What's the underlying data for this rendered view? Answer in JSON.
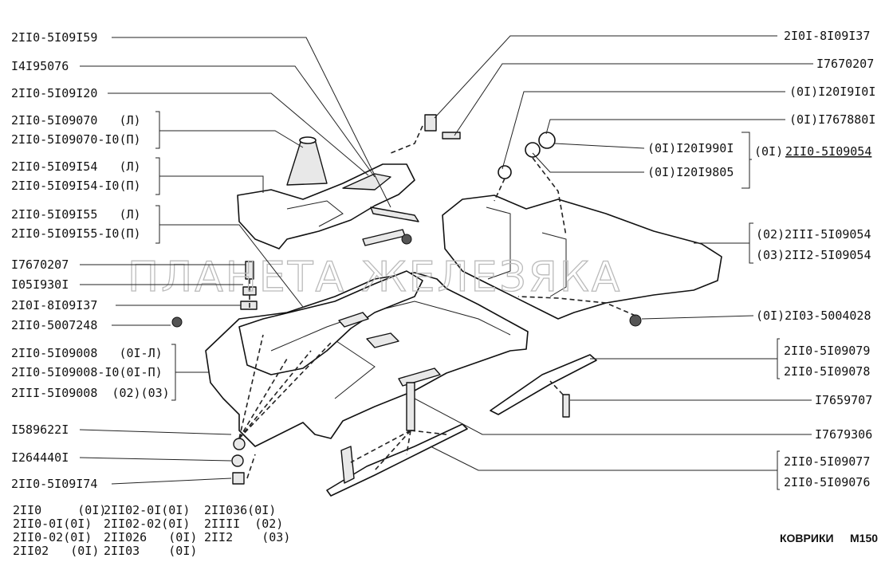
{
  "labels_left": [
    "2II0-5I09I59",
    "I4I95076",
    "2II0-5I09I20",
    "2II0-5I09070   (Л)",
    "2II0-5I09070-I0(П)",
    "2II0-5I09I54   (Л)",
    "2II0-5I09I54-I0(П)",
    "2II0-5I09I55   (Л)",
    "2II0-5I09I55-I0(П)",
    "I7670207",
    "I05I930I",
    "2I0I-8I09I37",
    "2II0-5007248",
    "2II0-5I09008   (0I-Л)",
    "2II0-5I09008-I0(0I-П)",
    "2III-5I09008  (02)(03)",
    "I589622I",
    "I264440I",
    "2II0-5I09I74"
  ],
  "labels_right": [
    "2I0I-8I09I37",
    "I7670207",
    "(0I)I20I9I0I",
    "(0I)I767880I",
    "(0I)I20I990I",
    "(0I)",
    "2II0-5I09054",
    "(0I)I20I9805",
    "(02)2III-5I09054",
    "(03)2II2-5I09054",
    "(0I)2I03-5004028",
    "2II0-5I09079",
    "2II0-5I09078",
    "I7659707",
    "I7679306",
    "2II0-5I09077",
    "2II0-5I09076"
  ],
  "models": [
    [
      "2II0     (0I)",
      "2II02-0I(0I)",
      "2II036(0I)"
    ],
    [
      "2II0-0I(0I)",
      "2II02-02(0I)",
      "2IIII  (02)"
    ],
    [
      "2II0-02(0I)",
      "2II026   (0I)",
      "2II2    (03)"
    ],
    [
      "2II02   (0I)",
      "2II03    (0I)",
      ""
    ]
  ],
  "section_title": "КОВРИКИ",
  "page_code": "M150",
  "watermark": "ПЛАНЕТА ЖЕЛЕЗЯКА"
}
